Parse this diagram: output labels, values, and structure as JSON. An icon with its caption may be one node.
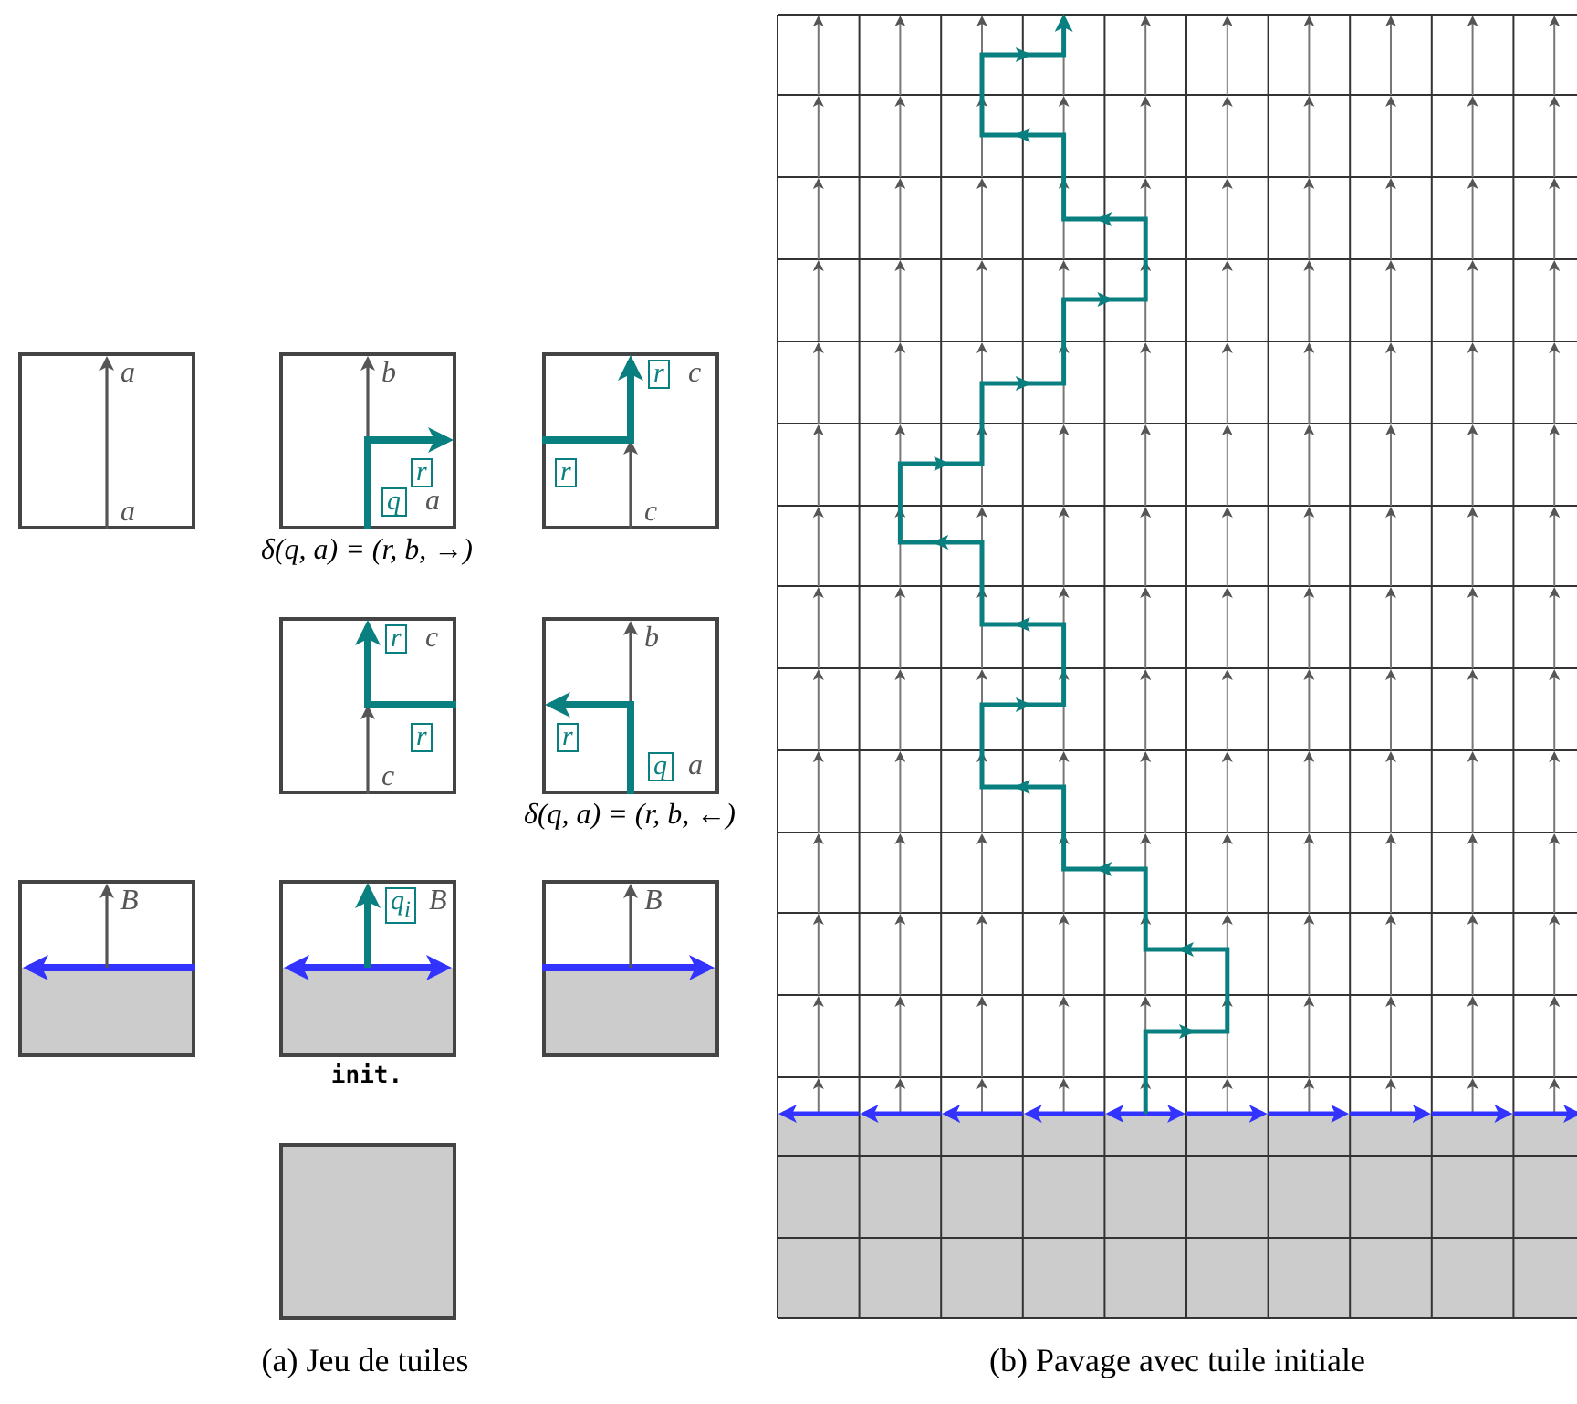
{
  "diagram": {
    "nodes": [
      {
        "text": [
          "a",
          "a"
        ]
      },
      {
        "text": [
          "b",
          "r",
          "q",
          "a"
        ],
        "beside": [
          "δ(q, a) = (r, b, →)"
        ]
      },
      {
        "text": [
          "r",
          "c",
          "r",
          "c"
        ]
      },
      {
        "text": [
          "r",
          "c",
          "r",
          "c"
        ]
      },
      {
        "text": [
          "b",
          "r",
          "q",
          "a"
        ],
        "beside": [
          "δ(q, a) = (r, b, ←)"
        ]
      },
      {
        "text": [
          "B"
        ]
      },
      {
        "text": [
          "q$_{i}$",
          "B"
        ],
        "beside": [
          "init."
        ]
      },
      {
        "text": [
          "B"
        ]
      },
      {
        "text": [],
        "shape": "box"
      }
    ],
    "labels": [
      "(a) Jeu de tuiles",
      "(b) Pavage avec tuile initiale"
    ]
  }
}
